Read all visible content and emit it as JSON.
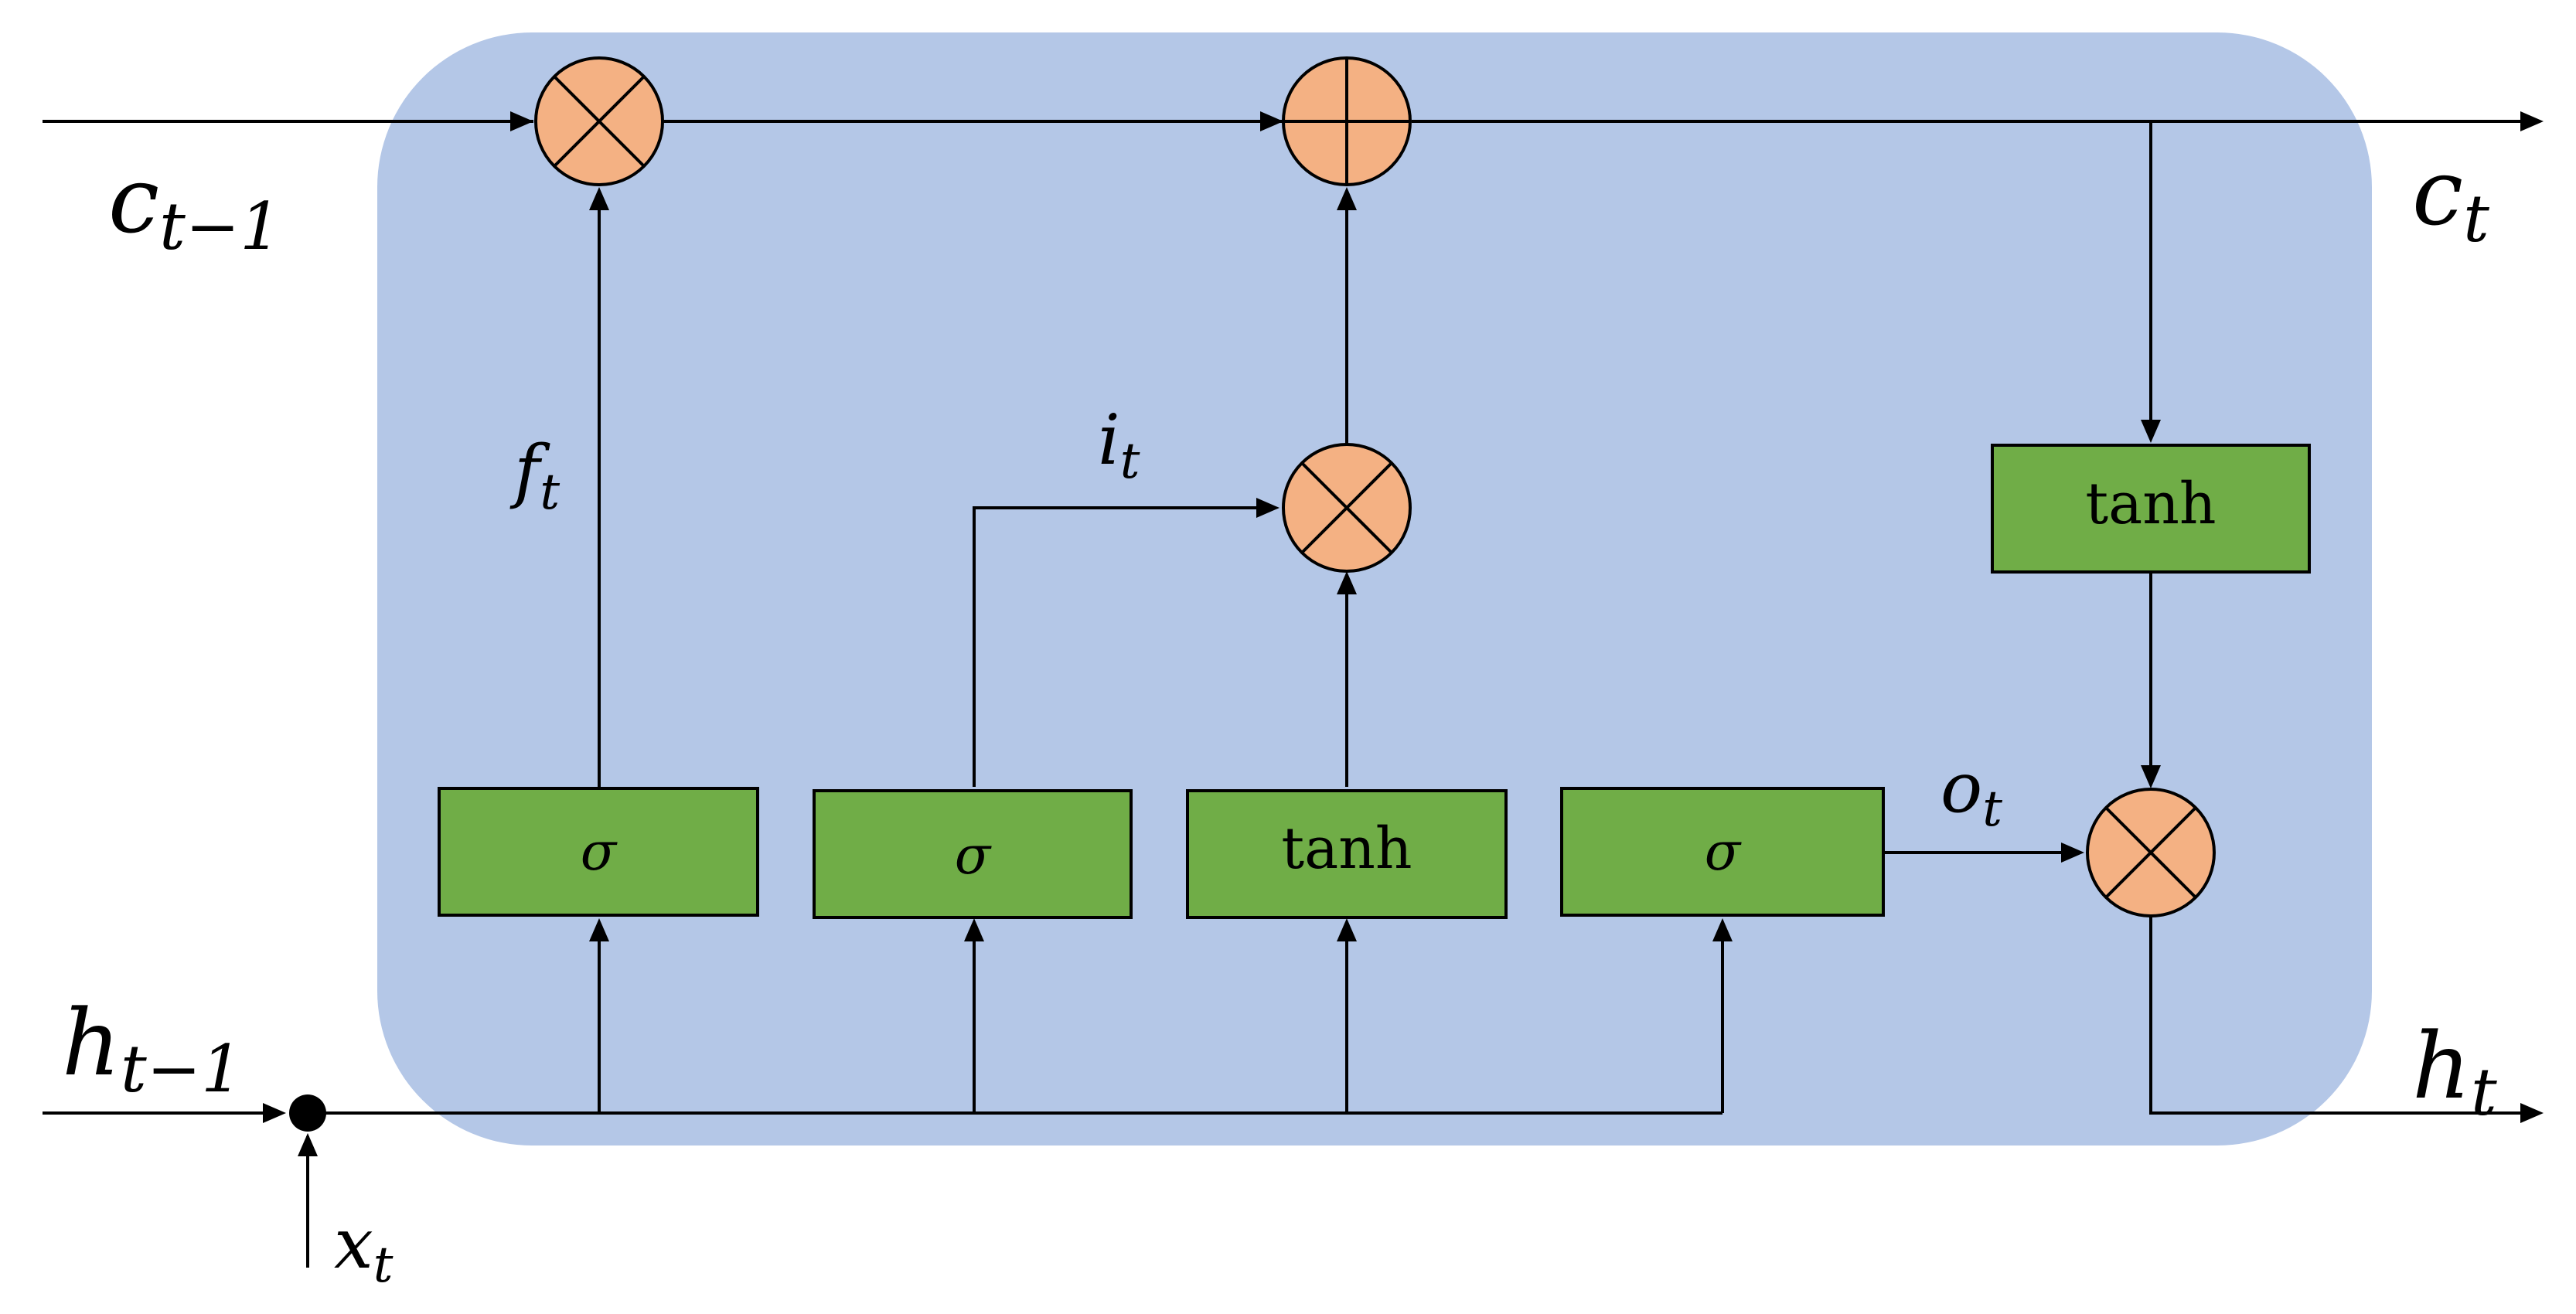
{
  "colors": {
    "cell_background": "#b4c7e7",
    "gate_block": "#70ad47",
    "operator_node": "#f4b183",
    "line": "#000000"
  },
  "icons": {
    "multiply": "multiply-circle-icon",
    "add": "add-circle-icon"
  },
  "labels": {
    "c_prev": {
      "base": "c",
      "sub": "t−1"
    },
    "c_curr": {
      "base": "c",
      "sub": "t"
    },
    "h_prev": {
      "base": "h",
      "sub": "t−1"
    },
    "h_curr": {
      "base": "h",
      "sub": "t"
    },
    "x_t": {
      "base": "x",
      "sub": "t"
    },
    "f_t": {
      "base": "f",
      "sub": "t"
    },
    "i_t": {
      "base": "i",
      "sub": "t"
    },
    "o_t": {
      "base": "o",
      "sub": "t"
    }
  },
  "blocks": {
    "forget_gate": "σ",
    "input_gate": "σ",
    "candidate": "tanh",
    "output_gate": "σ",
    "cell_tanh": "tanh"
  }
}
